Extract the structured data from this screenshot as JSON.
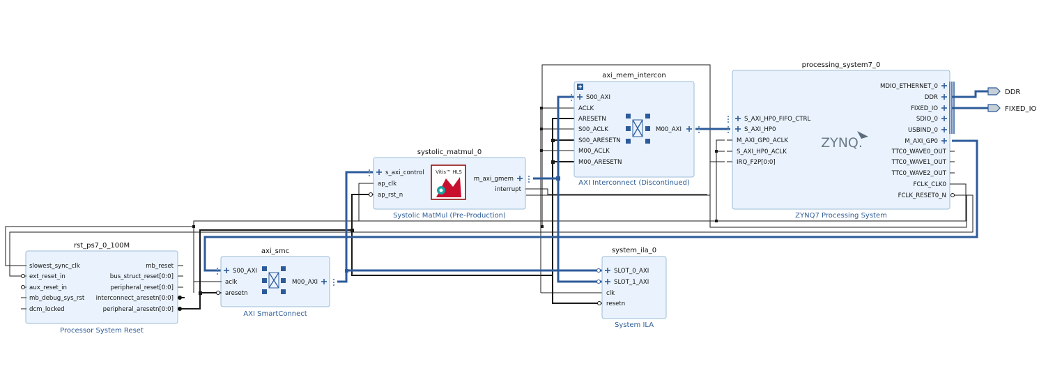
{
  "blocks": {
    "rst": {
      "name": "rst_ps7_0_100M",
      "subtitle": "Processor System Reset",
      "inputs": [
        "slowest_sync_clk",
        "ext_reset_in",
        "aux_reset_in",
        "mb_debug_sys_rst",
        "dcm_locked"
      ],
      "outputs": [
        "mb_reset",
        "bus_struct_reset[0:0]",
        "peripheral_reset[0:0]",
        "interconnect_aresetn[0:0]",
        "peripheral_aresetn[0:0]"
      ]
    },
    "smc": {
      "name": "axi_smc",
      "subtitle": "AXI SmartConnect",
      "inputs": [
        "S00_AXI",
        "aclk",
        "aresetn"
      ],
      "outputs": [
        "M00_AXI"
      ]
    },
    "matmul": {
      "name": "systolic_matmul_0",
      "subtitle": "Systolic MatMul (Pre-Production)",
      "inputs": [
        "s_axi_control",
        "ap_clk",
        "ap_rst_n"
      ],
      "outputs": [
        "m_axi_gmem",
        "interrupt"
      ],
      "logo_text": "Vitis™ HLS"
    },
    "interconnect": {
      "name": "axi_mem_intercon",
      "subtitle": "AXI Interconnect (Discontinued)",
      "inputs": [
        "S00_AXI",
        "ACLK",
        "ARESETN",
        "S00_ACLK",
        "S00_ARESETN",
        "M00_ACLK",
        "M00_ARESETN"
      ],
      "outputs": [
        "M00_AXI"
      ]
    },
    "ps7": {
      "name": "processing_system7_0",
      "subtitle": "ZYNQ7 Processing System",
      "logo_text": "ZYNQ.",
      "inputs": [
        "S_AXI_HP0_FIFO_CTRL",
        "S_AXI_HP0",
        "M_AXI_GP0_ACLK",
        "S_AXI_HP0_ACLK",
        "IRQ_F2P[0:0]"
      ],
      "outputs": [
        "MDIO_ETHERNET_0",
        "DDR",
        "FIXED_IO",
        "SDIO_0",
        "USBIND_0",
        "M_AXI_GP0",
        "TTC0_WAVE0_OUT",
        "TTC0_WAVE1_OUT",
        "TTC0_WAVE2_OUT",
        "FCLK_CLK0",
        "FCLK_RESET0_N"
      ]
    },
    "ila": {
      "name": "system_ila_0",
      "subtitle": "System ILA",
      "inputs": [
        "SLOT_0_AXI",
        "SLOT_1_AXI",
        "clk",
        "resetn"
      ]
    }
  },
  "external_ports": [
    "DDR",
    "FIXED_IO"
  ],
  "colors": {
    "bus": "#2d5b9a",
    "box_fill": "#eaf3fd",
    "box_stroke": "#9bbbd6",
    "subtitle": "#2e5d98",
    "hls_logo_bg": "#c8102e"
  }
}
